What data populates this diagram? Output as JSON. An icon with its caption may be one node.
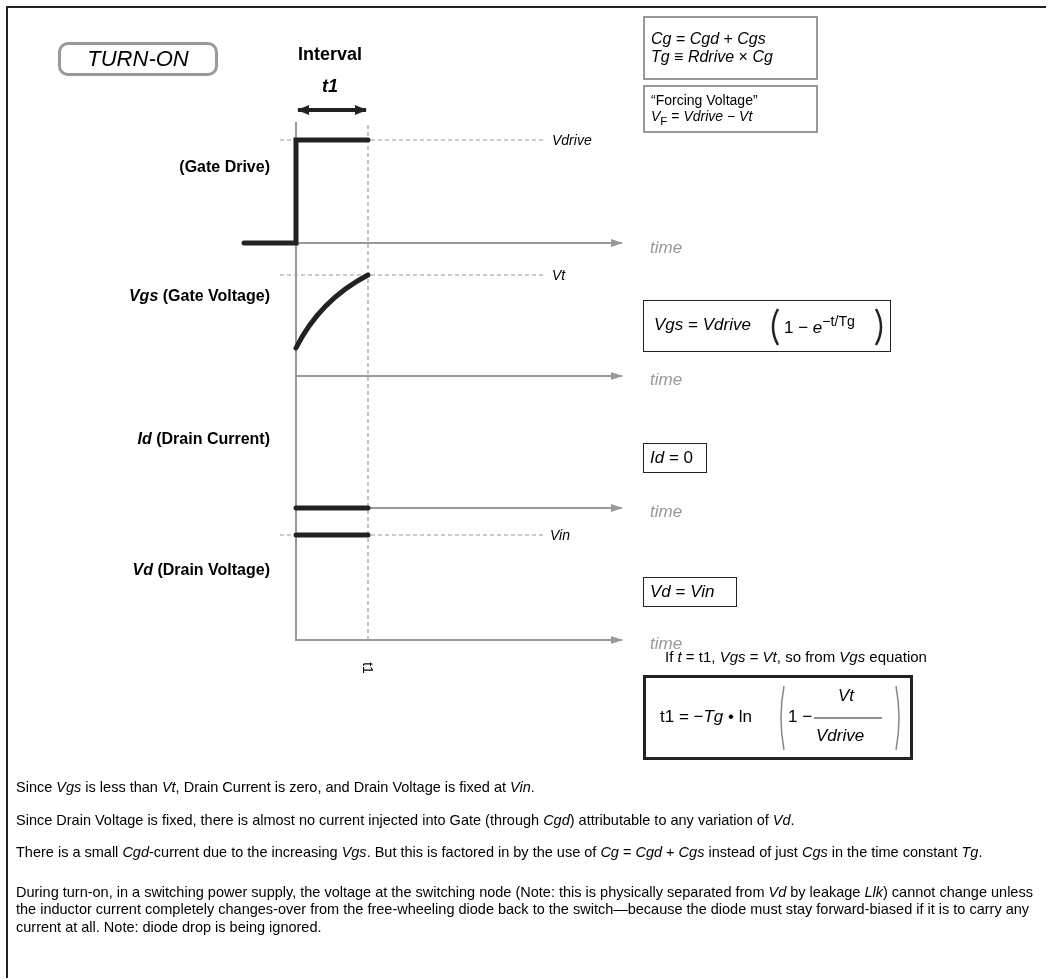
{
  "diagram": {
    "nodes": [
      {
        "text": [
          "TURN-ON"
        ]
      },
      {
        "text": [
          "*Cg* = *Cgd* + *Cgs*",
          "*Tg* ≡ *Rdrive* × *Cg*"
        ]
      },
      {
        "text": [
          "“Forcing Voltage”",
          "*V*$_{F}$ = *Vdrive* − *Vt*"
        ]
      },
      {
        "text": [
          "*Vgs* = *Vdrive*",
          "1 − *e*$^{−t/Tg}$"
        ]
      },
      {
        "text": [
          "*Id* = 0"
        ]
      },
      {
        "text": [
          "*Vd* = *Vin*"
        ]
      },
      {
        "text": [
          "t1 = −*Tg* • ln",
          "1 −",
          "*Vt*",
          "*Vdrive*"
        ]
      }
    ],
    "edges": [],
    "labels": [
      "Interval",
      "t1",
      "(Gate Drive)",
      "Vdrive",
      "time",
      "*Vgs* (Gate Voltage)",
      "Vt",
      "time",
      "*Id* (Drain Current)",
      "time",
      "Vin",
      "*Vd* (Drain Voltage)",
      "time",
      "t1",
      "If *t* = t1, *Vgs* = *Vt*, so from *Vgs* equation",
      "Since *Vgs* is less than *Vt*, Drain Current is zero, and Drain Voltage is fixed at *Vin*.",
      "Since Drain Voltage is fixed, there is almost no current injected into Gate (through *Cgd*) attributable to any variation of *Vd*.",
      "There is a small *Cgd*-current due to the increasing *Vgs*. But this is factored in by the use of *Cg* = *Cgd* + *Cgs* instead of just *Cgs* in the time constant *Tg*.",
      "During turn-on, in a switching power supply, the voltage at the switching node (Note: this is physically separated from *Vd* by leakage *Llk*) cannot change unless the inductor current completely changes-over from the free-wheeling diode back to the switch—because the diode must stay forward-biased if it is to carry any current at all. Note: diode drop is being ignored."
    ]
  }
}
